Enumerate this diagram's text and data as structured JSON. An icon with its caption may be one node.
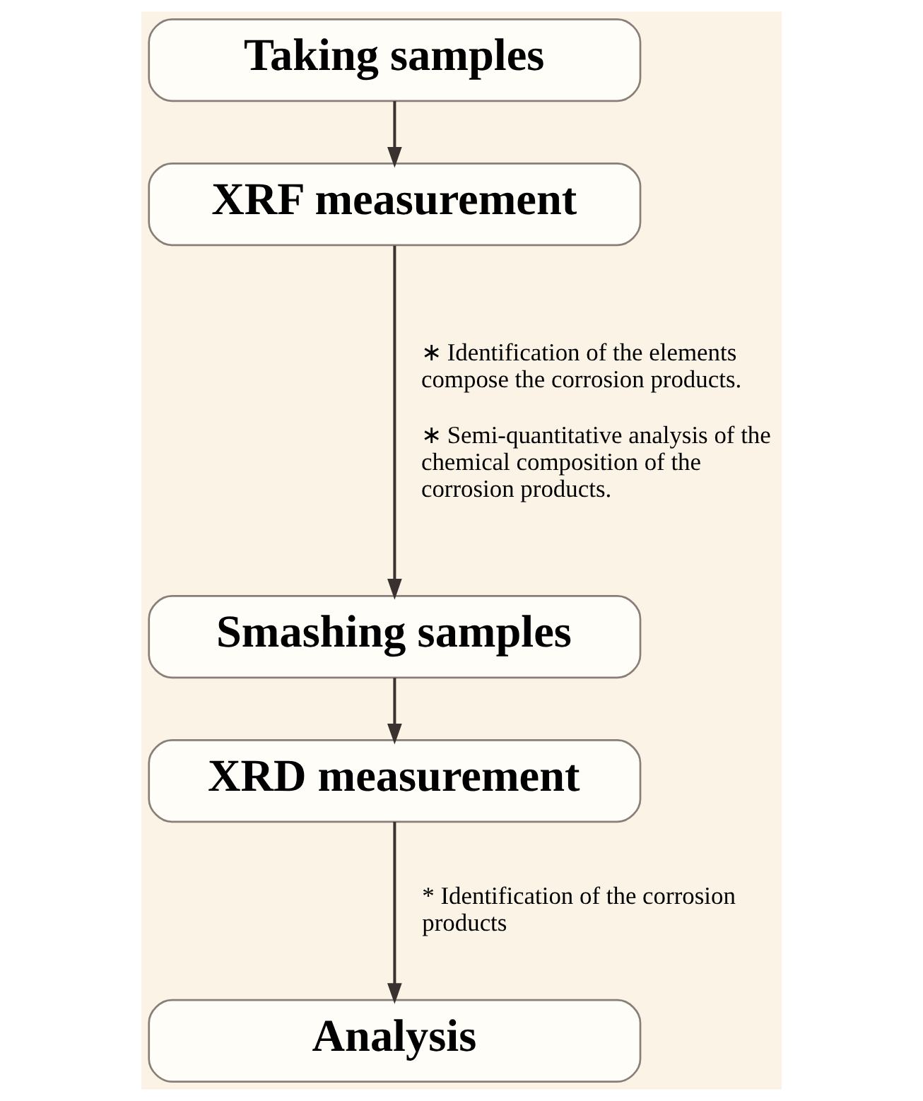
{
  "diagram": {
    "nodes": [
      {
        "text": [
          "Taking samples"
        ]
      },
      {
        "text": [
          "XRF measurement"
        ]
      },
      {
        "text": [
          "Smashing samples"
        ]
      },
      {
        "text": [
          "XRD measurement"
        ]
      },
      {
        "text": [
          "Analysis"
        ]
      }
    ],
    "edges": [
      {
        "from": 0,
        "to": 1,
        "arrow": "to"
      },
      {
        "from": 1,
        "to": 2,
        "arrow": "to"
      },
      {
        "from": 2,
        "to": 3,
        "arrow": "to"
      },
      {
        "from": 3,
        "to": 4,
        "arrow": "to"
      }
    ],
    "labels": [
      "∗ Identification of the elements compose the corrosion products.",
      "∗ Semi-quantitative analysis of the chemical composition of the corrosion products.",
      "* Identification of the corrosion products"
    ]
  }
}
